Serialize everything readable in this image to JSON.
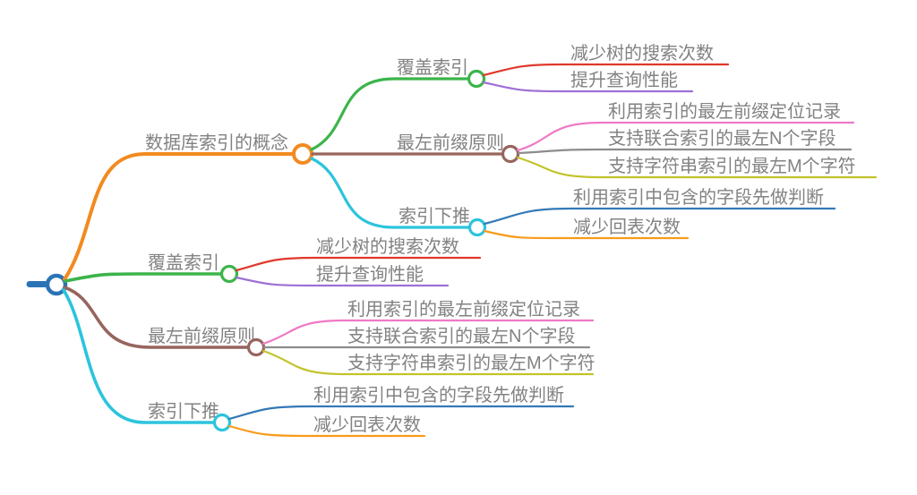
{
  "colors": {
    "root_blue": "#2a73b5",
    "orange": "#f28a20",
    "green": "#3cb44b",
    "brown": "#96655e",
    "cyan": "#2bc4dd",
    "red": "#e0382d",
    "purple": "#9f6fd5",
    "pink": "#ef79c5",
    "gray": "#8c8c8c",
    "olive": "#c2c32a",
    "blue": "#3379b7",
    "leaf_orange": "#f89b1b",
    "text": "#828282"
  },
  "tree": {
    "branches": [
      {
        "label": "数据库索引的概念",
        "children": [
          {
            "label": "覆盖索引",
            "children": [
              {
                "label": "减少树的搜索次数"
              },
              {
                "label": "提升查询性能"
              }
            ]
          },
          {
            "label": "最左前缀原则",
            "children": [
              {
                "label": "利用索引的最左前缀定位记录"
              },
              {
                "label": "支持联合索引的最左N个字段"
              },
              {
                "label": "支持字符串索引的最左M个字符"
              }
            ]
          },
          {
            "label": "索引下推",
            "children": [
              {
                "label": "利用索引中包含的字段先做判断"
              },
              {
                "label": "减少回表次数"
              }
            ]
          }
        ]
      },
      {
        "label": "覆盖索引",
        "children": [
          {
            "label": "减少树的搜索次数"
          },
          {
            "label": "提升查询性能"
          }
        ]
      },
      {
        "label": "最左前缀原则",
        "children": [
          {
            "label": "利用索引的最左前缀定位记录"
          },
          {
            "label": "支持联合索引的最左N个字段"
          },
          {
            "label": "支持字符串索引的最左M个字符"
          }
        ]
      },
      {
        "label": "索引下推",
        "children": [
          {
            "label": "利用索引中包含的字段先做判断"
          },
          {
            "label": "减少回表次数"
          }
        ]
      }
    ]
  }
}
